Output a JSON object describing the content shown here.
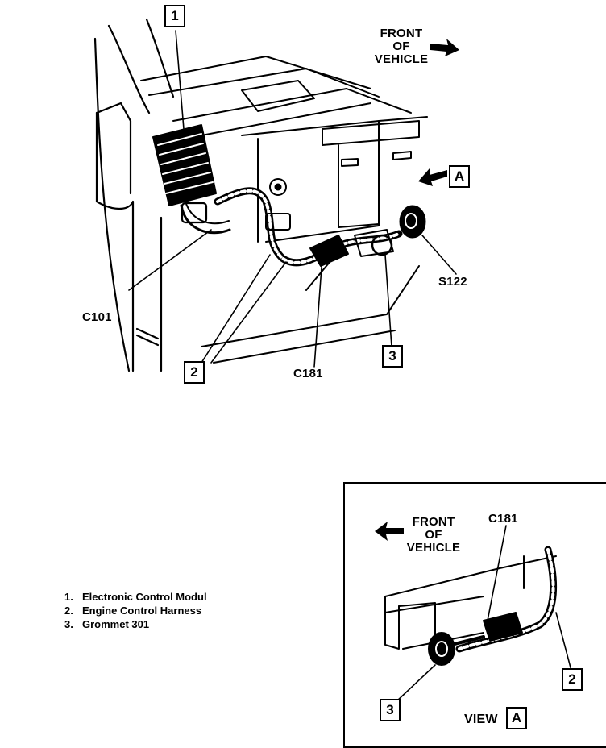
{
  "main_view": {
    "front_label": [
      "FRONT",
      "OF",
      "VEHICLE"
    ],
    "labels": {
      "c101": "C101",
      "c181": "C181",
      "s122": "S122"
    },
    "callouts": {
      "one": "1",
      "two": "2",
      "three": "3",
      "view_a": "A"
    }
  },
  "legend": [
    {
      "num": "1.",
      "text": "Electronic Control Modul"
    },
    {
      "num": "2.",
      "text": "Engine Control Harness"
    },
    {
      "num": "3.",
      "text": "Grommet 301"
    }
  ],
  "inset_view": {
    "front_label": [
      "FRONT",
      "OF",
      "VEHICLE"
    ],
    "c181_label": "C181",
    "callouts": {
      "two": "2",
      "three": "3",
      "view_a": "A"
    },
    "view_text": "VIEW"
  },
  "icons": [
    "arrow-right-icon",
    "arrow-left-icon",
    "arrow-down-left-icon"
  ],
  "colors": {
    "ink": "#000000",
    "paper": "#ffffff"
  }
}
